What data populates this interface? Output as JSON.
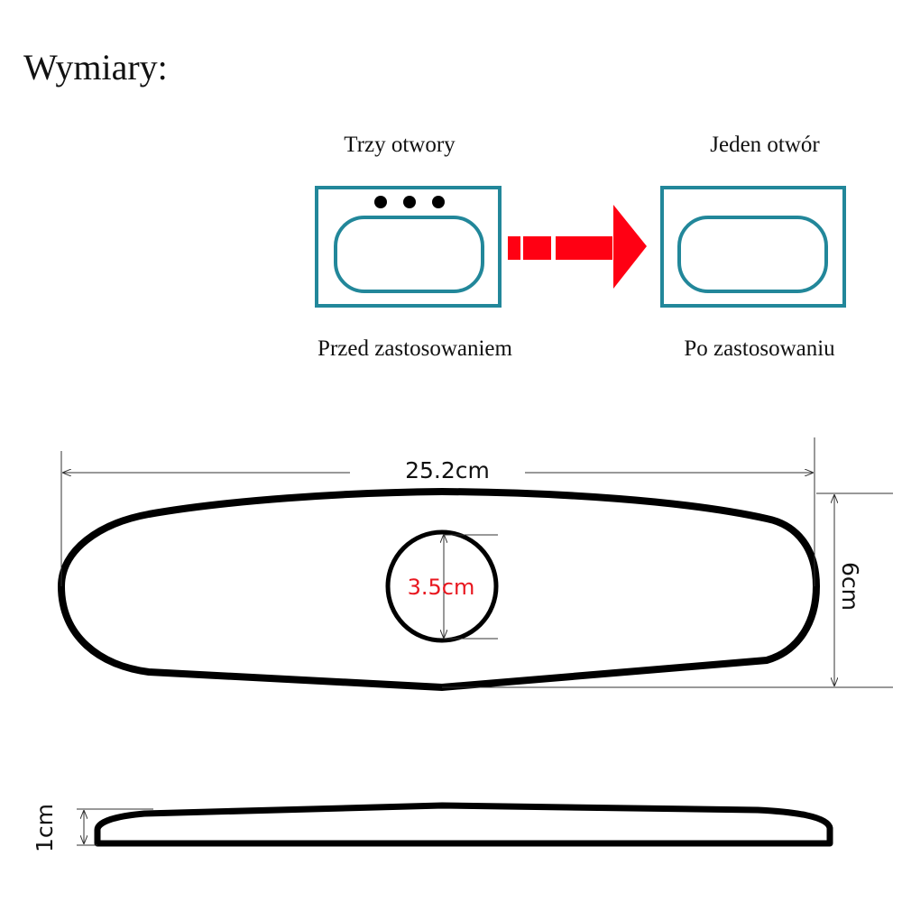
{
  "title": "Wymiary:",
  "before": {
    "caption_top": "Trzy otwory",
    "caption_bottom": "Przed zastosowaniem"
  },
  "after": {
    "caption_top": "Jeden otwór",
    "caption_bottom": "Po zastosowaniu"
  },
  "dimensions": {
    "length": "25.2cm",
    "hole": "3.5cm",
    "width": "6cm",
    "thickness": "1cm"
  },
  "colors": {
    "teal": "#22879a",
    "arrow": "#ff0013",
    "hole_label": "#e8171f"
  }
}
